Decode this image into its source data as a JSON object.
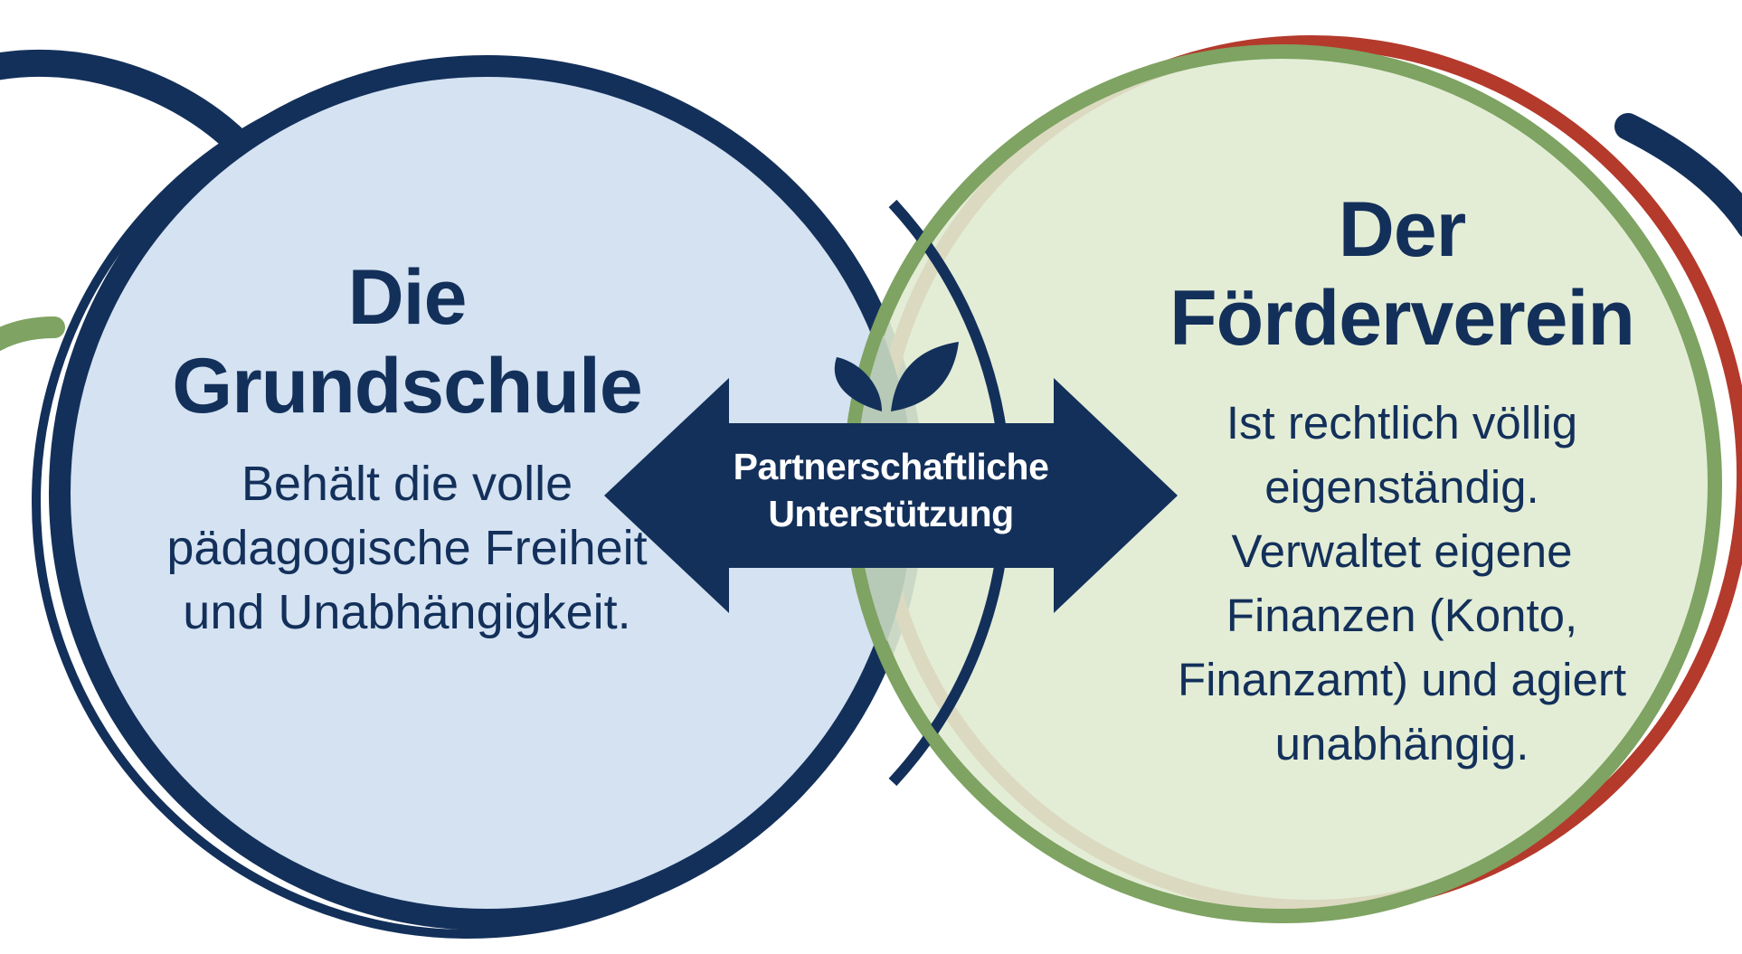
{
  "colors": {
    "navy": "#13305a",
    "school_fill": "#d4e2f2",
    "green": "#7ea362",
    "verein_fill": "#e0ebd2",
    "overlap_fill": "#b7c9b7",
    "red_accent": "#b43a2c"
  },
  "left_circle": {
    "title": [
      "Die",
      "Grundschule"
    ],
    "text": [
      "Behält die volle",
      "pädagogische Freiheit",
      "und Unabhängigkeit."
    ]
  },
  "right_circle": {
    "title": [
      "Der",
      "Förderverein"
    ],
    "text": [
      "Ist rechtlich völlig",
      "eigenständig.",
      "Verwaltet eigene",
      "Finanzen (Konto,",
      "Finanzamt) und agiert",
      "unabhängig."
    ]
  },
  "center": {
    "icon": "leaves-icon",
    "label": [
      "Partnerschaftliche",
      "Unterstützung"
    ]
  }
}
